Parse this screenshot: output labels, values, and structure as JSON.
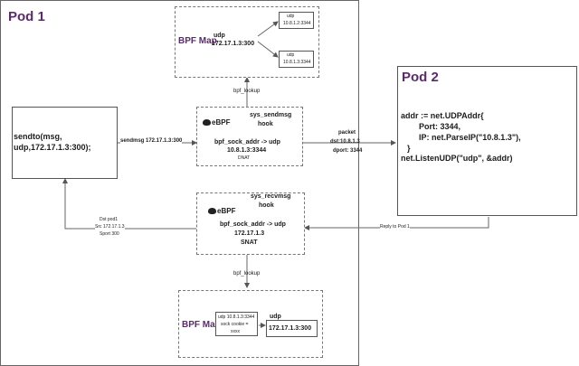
{
  "pod1": {
    "title": "Pod 1"
  },
  "pod2": {
    "title": "Pod 2",
    "code": [
      "addr := net.UDPAddr{",
      "Port: 3344,",
      "IP: net.ParseIP(\"10.8.1.3\"),",
      "}",
      "net.ListenUDP(\"udp\", &addr)"
    ]
  },
  "app": {
    "code": [
      "sendto(msg,",
      "udp,172.17.1.3:300);"
    ]
  },
  "bpf_map_top": {
    "label": "BPF Map",
    "key": [
      "udp",
      "172.17.1.3:300"
    ],
    "entries": [
      [
        "udp",
        "10.8.1.2:3344"
      ],
      [
        "udp",
        "10.8.1.3:3344"
      ]
    ]
  },
  "bpf_lookup_top": "bpf_lookup",
  "sendmsg_hook": {
    "logo": "eBPF",
    "hook": [
      "sys_sendmsg",
      "hook"
    ],
    "body": [
      "bpf_sock_addr -> udp",
      "10.8.1.3:3344",
      "DNAT"
    ]
  },
  "recvmsg_hook": {
    "logo": "eBPF",
    "hook": [
      "sys_recvmsg",
      "hook"
    ],
    "body": [
      "bpf_sock_addr -> udp",
      "172.17.1.3",
      "SNAT"
    ]
  },
  "edges": {
    "sendmsg": "sendmsg 172.17.1.3:300",
    "packet": [
      "packet",
      "dst:10.8.1.3",
      "dport: 3344"
    ],
    "dst_pod1": [
      "Dst pod1",
      "Src 172.17.1.3",
      "Sport 300"
    ],
    "reply": "Reply to Pod 1"
  },
  "bpf_lookup_bottom": "bpf_lookup",
  "bpf_map_bottom": {
    "label": "BPF Map",
    "key": [
      "udp 10.8.1.3:3344",
      "sock cookie =",
      "xxxx"
    ],
    "value": [
      "udp",
      "172.17.1.3:300"
    ]
  },
  "colors": {
    "title": "#5b2a6f",
    "line": "#555555"
  }
}
